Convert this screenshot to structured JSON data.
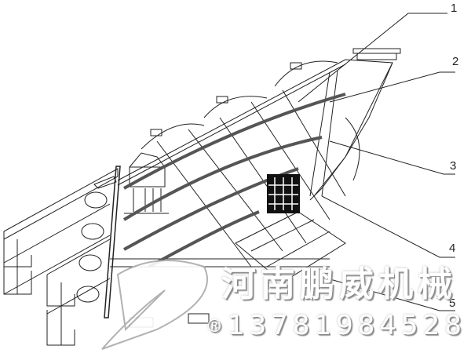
{
  "drawing": {
    "subject": "banana vibrating screen assembly drawing",
    "line_color": "#222222",
    "background": "#ffffff"
  },
  "callouts": [
    {
      "id": "1",
      "label": "1"
    },
    {
      "id": "2",
      "label": "2"
    },
    {
      "id": "3",
      "label": "3"
    },
    {
      "id": "4",
      "label": "4"
    },
    {
      "id": "5",
      "label": "5"
    }
  ],
  "watermark": {
    "logo_icon": "pw-logo-icon",
    "company": "河南鹏威机械",
    "registered_mark": "®",
    "phone": "13781984528"
  }
}
